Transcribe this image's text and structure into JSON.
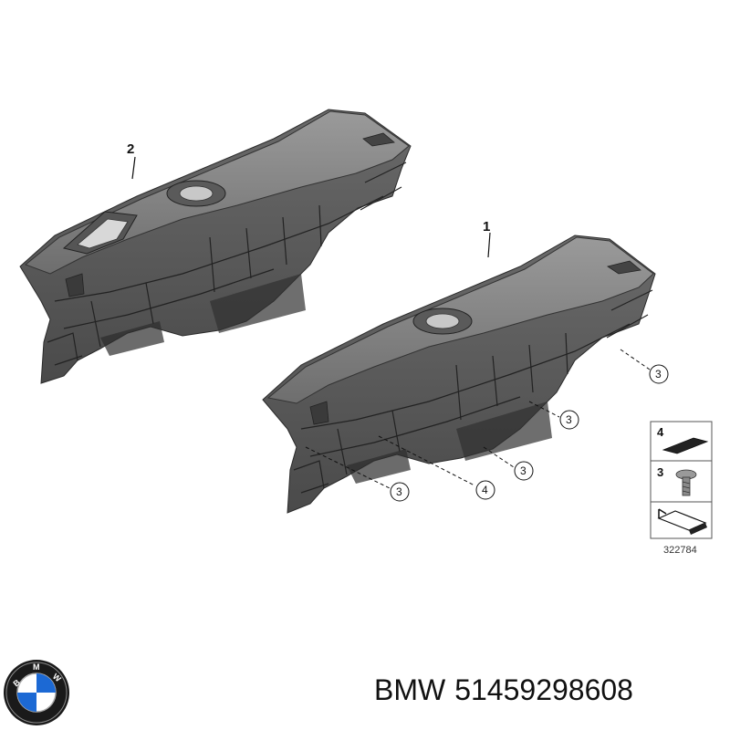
{
  "diagram": {
    "part_callouts": [
      "2",
      "1"
    ],
    "circle_callouts": [
      "3",
      "3",
      "3",
      "4",
      "3"
    ],
    "legend": {
      "items": [
        {
          "number": "4",
          "icon": "foam-pad-icon"
        },
        {
          "number": "3",
          "icon": "screw-icon"
        },
        {
          "number": "",
          "icon": "sheet-arrow-icon"
        }
      ],
      "drawing_number": "322784"
    }
  },
  "caption": {
    "brand": "BMW",
    "part_number": "51459298608"
  },
  "colors": {
    "dashboard_fill": "#7a7a7a",
    "dashboard_dark": "#3e3e3e",
    "dashboard_light": "#a8a8a8",
    "line": "#111111"
  }
}
